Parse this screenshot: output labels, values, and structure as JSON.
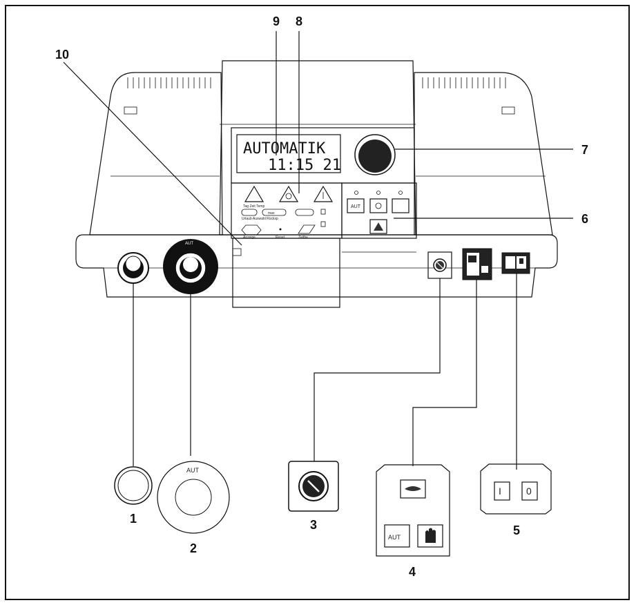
{
  "lcd": {
    "line1": "AUTOMATIK",
    "line2": "11:15 21"
  },
  "labels": {
    "n1": "1",
    "n2": "2",
    "n3": "3",
    "n4": "4",
    "n5": "5",
    "n6": "6",
    "n7": "7",
    "n8": "8",
    "n9": "9",
    "n10": "10"
  },
  "panel": {
    "aut_button": "AUT",
    "label_tagzeit": "Tag Zeit Temp",
    "label_urlaub": "Urlaub  Auswahl  Rücksp",
    "label_anzeige": "Anzeige",
    "label_reset": "Reset",
    "label_zeitbe": "Zeitbe",
    "btn_max": "max"
  },
  "knob_detail": {
    "aut_label": "AUT"
  },
  "mode_detail": {
    "aut_label": "AUT"
  },
  "switch_detail": {
    "on": "I",
    "off": "0"
  }
}
